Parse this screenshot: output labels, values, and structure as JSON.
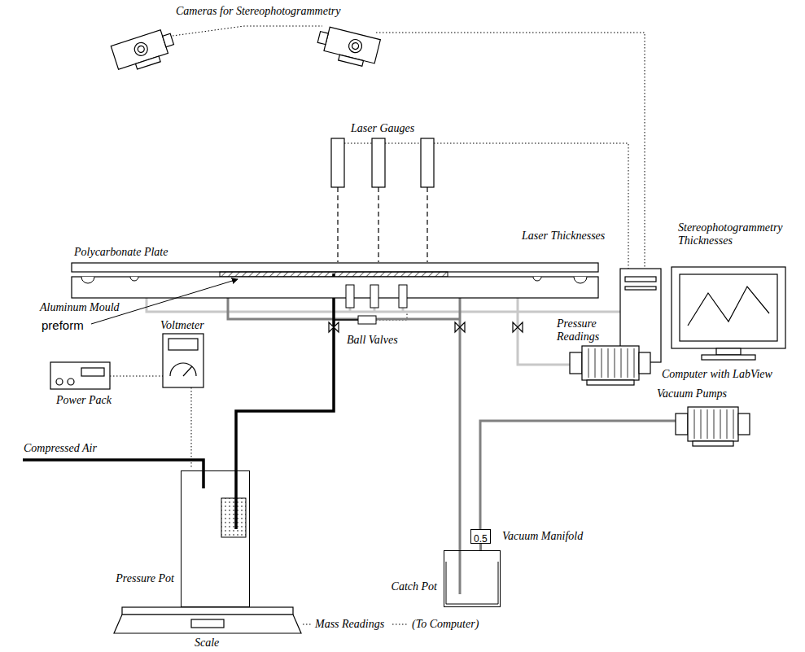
{
  "diagram": {
    "nodes": [
      {
        "text": [
          "Pressure Pot"
        ]
      },
      {
        "text": [
          "0.5",
          "Vacuum Manifold"
        ]
      },
      {
        "text": [
          "Catch Pot"
        ]
      }
    ],
    "edges": [
      {
        "from": 1,
        "to": 2,
        "arrow": "none"
      }
    ],
    "labels": [
      "Cameras for Stereophotogrammetry",
      "Laser Gauges",
      "Laser Thicknesses",
      "Stereophotogrammetry Thicknesses",
      "Polycarbonate Plate",
      "preform",
      "Aluminum Mould",
      "Pressure Readings",
      "Computer with LabView",
      "Voltmeter",
      "Ball Valves",
      "Vacuum Pumps",
      "Power Pack",
      "Compressed Air",
      "Mass Readings",
      "(To Computer)",
      "Scale"
    ]
  }
}
